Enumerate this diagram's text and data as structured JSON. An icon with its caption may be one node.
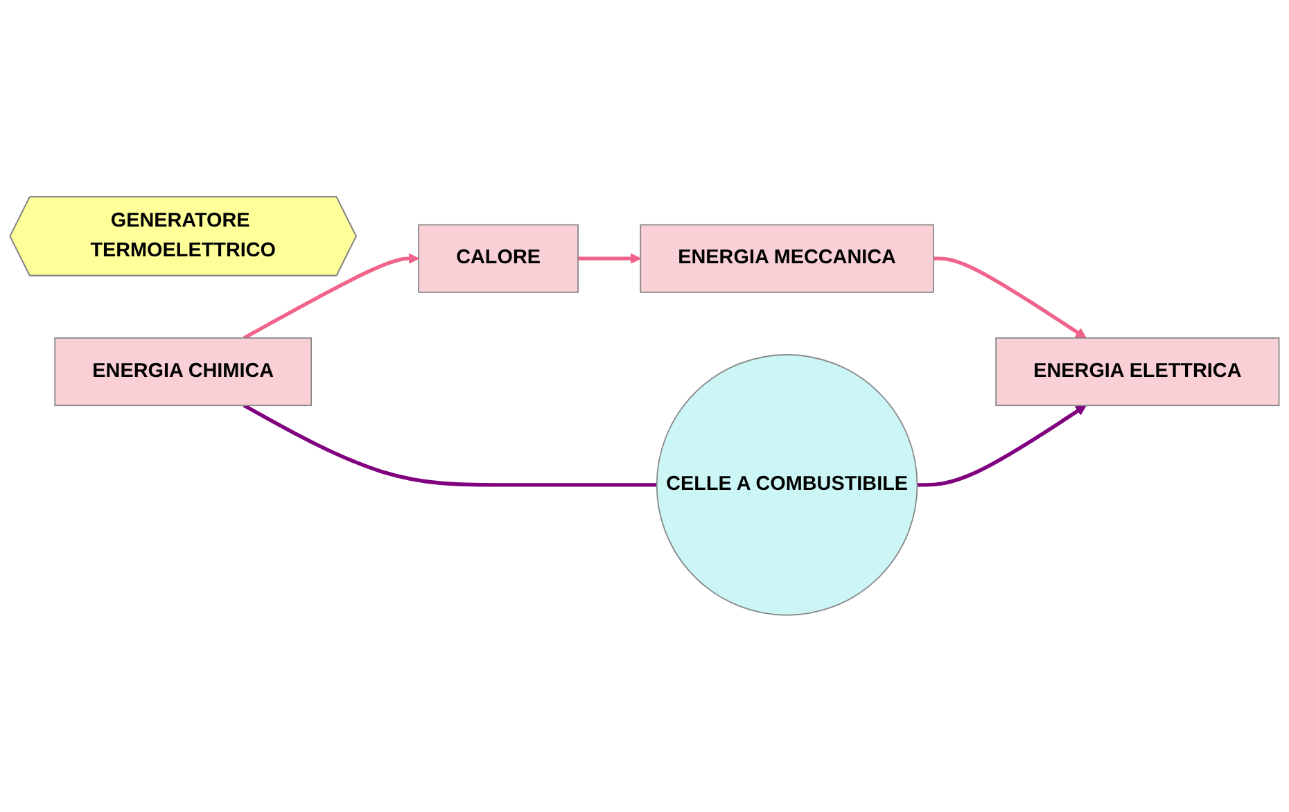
{
  "diagram": {
    "nodes": [
      {
        "text": [
          "GENERATORE TERMOELETTRICO"
        ]
      },
      {
        "text": [
          "ENERGIA CHIMICA"
        ]
      },
      {
        "text": [
          "CALORE"
        ]
      },
      {
        "text": [
          "ENERGIA MECCANICA"
        ]
      },
      {
        "text": [
          "ENERGIA ELETTRICA"
        ]
      },
      {
        "text": [
          "CELLE A COMBUSTIBILE"
        ]
      }
    ],
    "edges": [
      {
        "from": 1,
        "to": 2,
        "arrow": "to"
      },
      {
        "from": 2,
        "to": 3,
        "arrow": "to"
      },
      {
        "from": 3,
        "to": 4,
        "arrow": "to"
      },
      {
        "from": 1,
        "to": 5,
        "arrow": "none",
        "color": "#800080"
      },
      {
        "from": 5,
        "to": 4,
        "arrow": "to",
        "color": "#800080"
      }
    ]
  }
}
